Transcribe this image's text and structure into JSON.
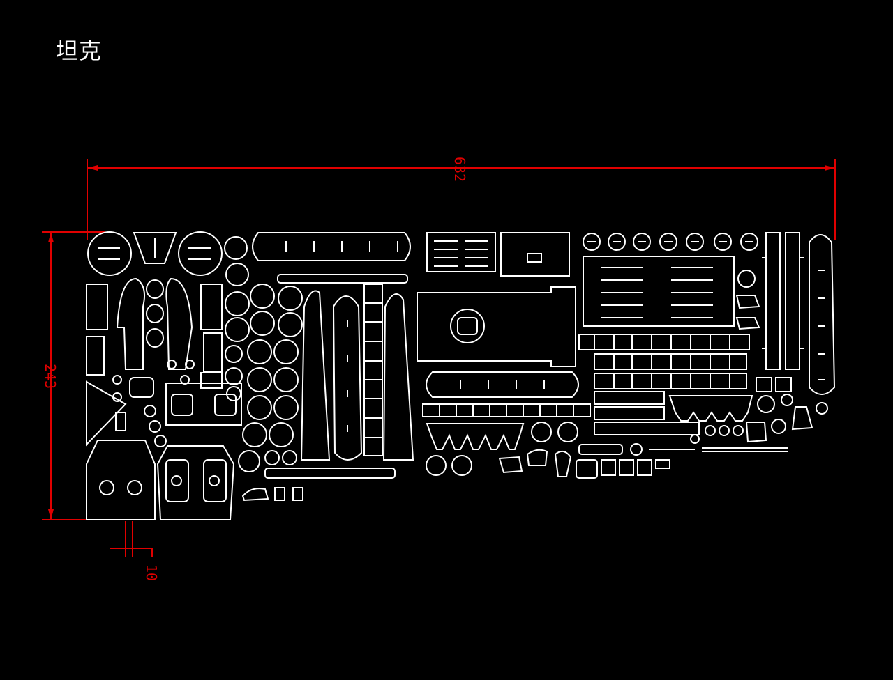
{
  "title": "坦克",
  "dimensions": {
    "width": "632",
    "height": "243",
    "thickness": "10"
  },
  "colors": {
    "background": "#000000",
    "outline": "#ffffff",
    "dimension": "#e00000"
  }
}
